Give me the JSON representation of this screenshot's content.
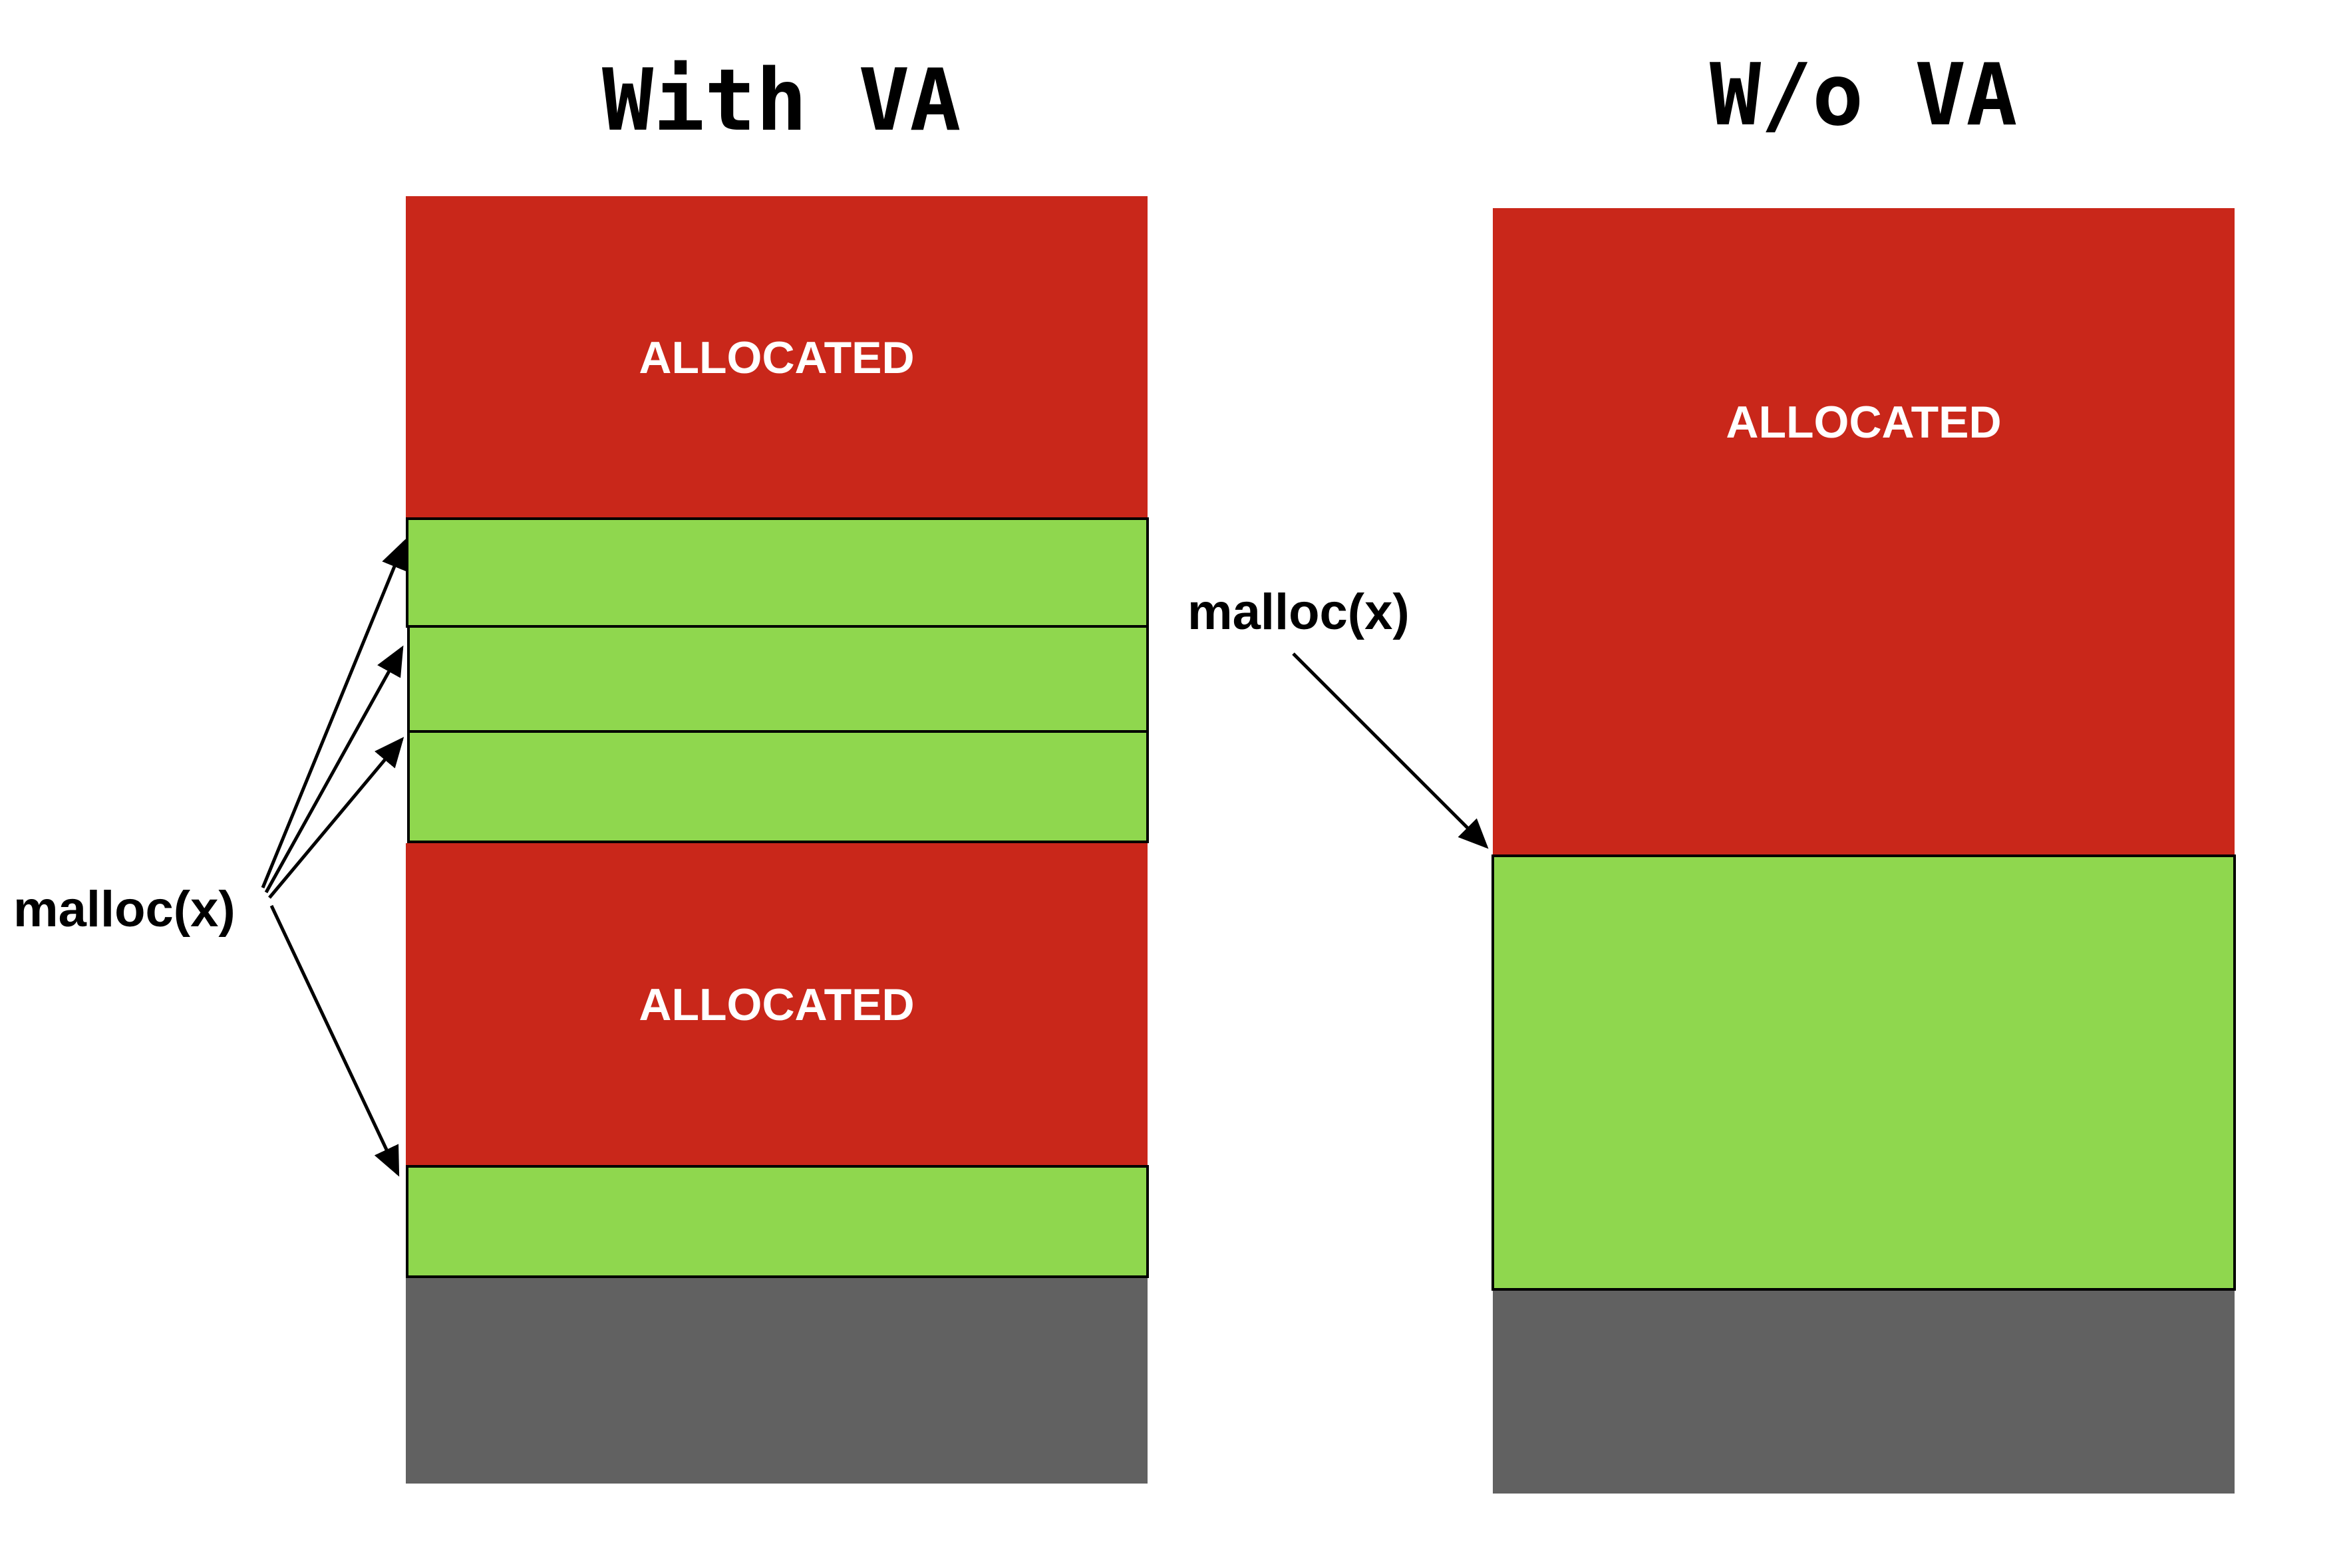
{
  "left_panel": {
    "title": "With VA",
    "allocated_label_top": "ALLOCATED",
    "allocated_label_bottom": "ALLOCATED",
    "malloc_label": "malloc(x)"
  },
  "right_panel": {
    "title": "W/o VA",
    "allocated_label": "ALLOCATED",
    "malloc_label": "malloc(x)"
  },
  "colors": {
    "allocated": "#c9271a",
    "free": "#8fd74e",
    "unused": "#616161"
  }
}
